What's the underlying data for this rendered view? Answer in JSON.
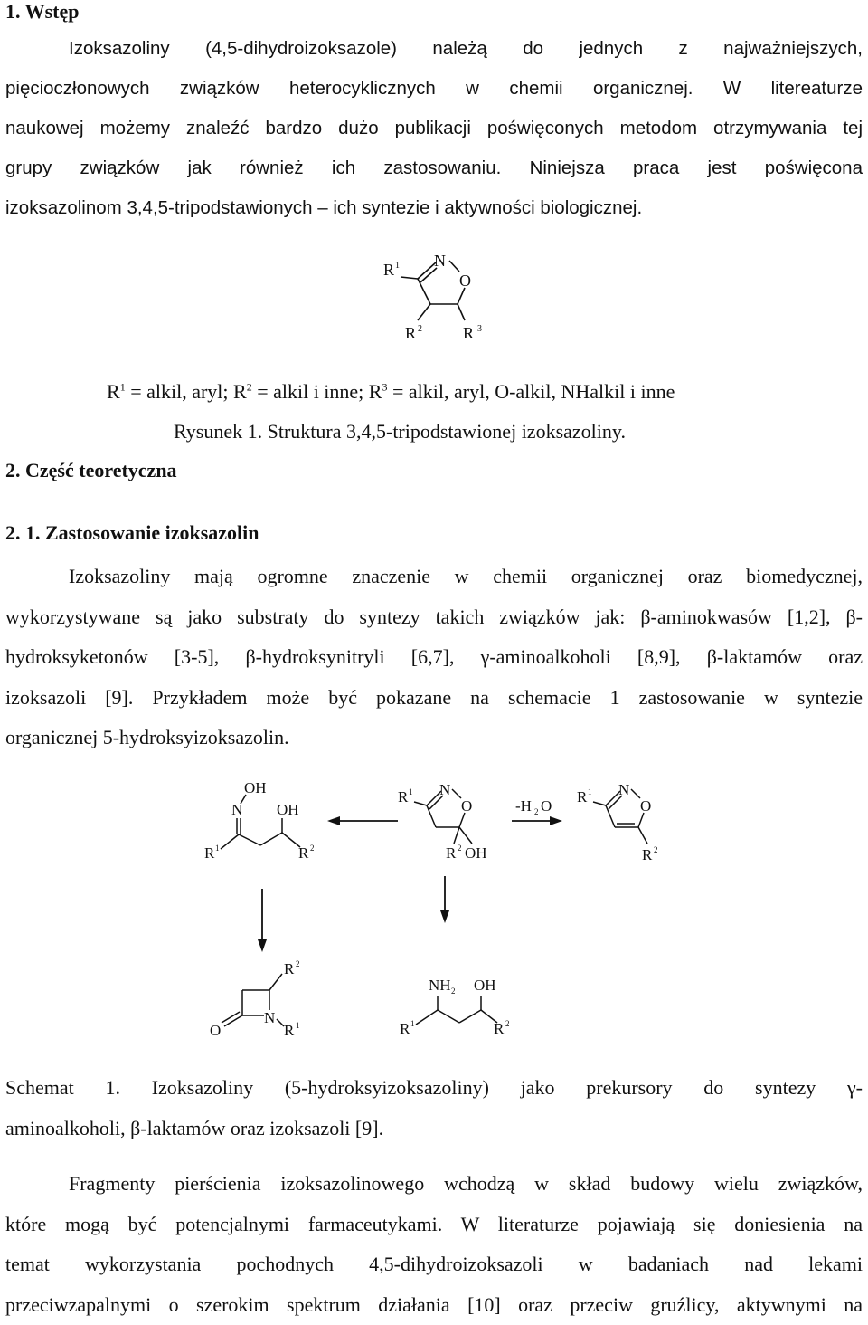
{
  "section1": {
    "heading": "1. Wstęp",
    "lines": [
      "Izoksazoliny (4,5-dihydroizoksazole) należą do jednych z najważniejszych,",
      "pięcioczłonowych związków heterocyklicznych w chemii organicznej. W litereaturze",
      "naukowej możemy znaleźć bardzo dużo publikacji poświęconych metodom otrzymywania tej",
      "grupy związków jak również ich zastosowaniu. Niniejsza praca jest poświęcona",
      "izoksazolinom 3,4,5-tripodstawionych – ich syntezie i aktywności biologicznej."
    ]
  },
  "figure1": {
    "atoms": {
      "r1": "R",
      "r1_sup": "1",
      "n": "N",
      "o": "O",
      "r2": "R",
      "r2_sup": "2",
      "r3": "R",
      "r3_sup": "3"
    },
    "legend": {
      "part1": "R",
      "sup1": "1",
      "part2": " = alkil, aryl; R",
      "sup2": "2",
      "part3": " = alkil i inne; R",
      "sup3": "3",
      "part4": " = alkil, aryl, O-alkil, NHalkil i inne"
    },
    "caption": "Rysunek 1. Struktura 3,4,5-tripodstawionej izoksazoliny."
  },
  "section2": {
    "heading": "2. Część teoretyczna"
  },
  "section21": {
    "heading": "2. 1. Zastosowanie izoksazolin",
    "lines": [
      "Izoksazoliny mają ogromne znaczenie w chemii organicznej oraz biomedycznej,",
      "wykorzystywane są jako substraty do syntezy takich związków jak: β-aminokwasów [1,2], β-",
      "hydroksyketonów [3-5], β-hydroksynitryli [6,7], γ-aminoalkoholi [8,9], β-laktamów oraz",
      "izoksazoli [9]. Przykładem może być pokazane na schemacie 1 zastosowanie w syntezie",
      "organicznej 5-hydroksyizoksazolin."
    ]
  },
  "scheme1": {
    "oxime": {
      "oh_top": "OH",
      "n": "N",
      "oh": "OH",
      "r1": "R",
      "r1_sup": "1",
      "r2": "R",
      "r2_sup": "2"
    },
    "hydroxy_isoxazoline": {
      "r1": "R",
      "r1_sup": "1",
      "n": "N",
      "o": "O",
      "r2": "R",
      "r2_sup": "2",
      "oh": "OH"
    },
    "dehydration": {
      "label": "-H",
      "sub": "2",
      "label2": "O"
    },
    "isoxazole": {
      "r1": "R",
      "r1_sup": "1",
      "n": "N",
      "o": "O",
      "r2": "R",
      "r2_sup": "2"
    },
    "beta_lactam": {
      "r2": "R",
      "r2_sup": "2",
      "o": "O",
      "n": "N",
      "r1": "R",
      "r1_sup": "1"
    },
    "amino_alcohol": {
      "nh": "NH",
      "nh_sub": "2",
      "oh": "OH",
      "r1": "R",
      "r1_sup": "1",
      "r2": "R",
      "r2_sup": "2"
    },
    "caption_lines": [
      "Schemat 1. Izoksazoliny (5-hydroksyizoksazoliny) jako prekursory do syntezy γ-",
      "aminoalkoholi, β-laktamów oraz izoksazoli [9]."
    ]
  },
  "section_last": {
    "lines": [
      "Fragmenty pierścienia izoksazolinowego wchodzą w skład budowy wielu związków,",
      "które mogą być potencjalnymi farmaceutykami. W literaturze pojawiają się doniesienia na",
      "temat wykorzystania pochodnych 4,5-dihydroizoksazoli w badaniach nad lekami",
      "przeciwzapalnymi o szerokim spektrum działania [10] oraz przeciw gruźlicy, aktywnymi na"
    ]
  }
}
